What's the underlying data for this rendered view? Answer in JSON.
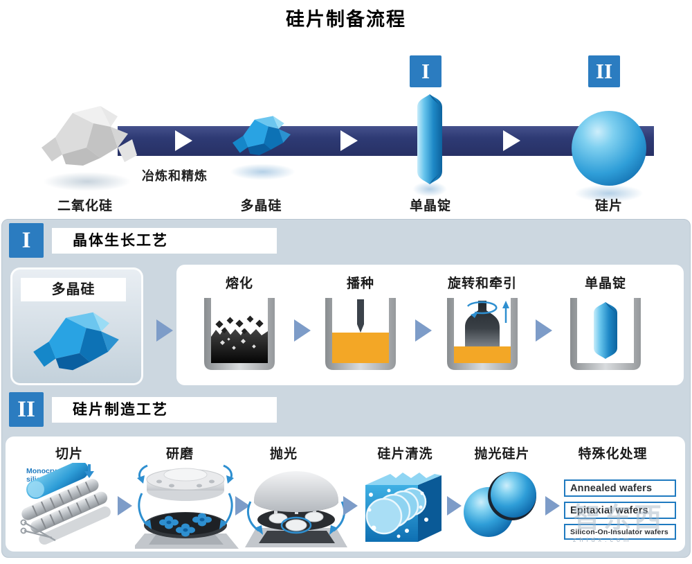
{
  "title": "硅片制备流程",
  "colors": {
    "band": "#2e3a74",
    "badge": "#2b7cc0",
    "panel": "#ccd7e0",
    "orange": "#f3a726",
    "arrow": "#7d9cc8",
    "blue": "#2e8fd0",
    "boxborder": "#1f7ac0"
  },
  "top_flow": {
    "transition_label": "冶炼和精炼",
    "items": [
      {
        "label": "二氧化硅"
      },
      {
        "label": "多晶硅"
      },
      {
        "label": "单晶锭",
        "badge": "I"
      },
      {
        "label": "硅片",
        "badge": "II"
      }
    ]
  },
  "section1": {
    "badge": "I",
    "title": "晶体生长工艺",
    "input_label": "多晶硅",
    "steps": [
      {
        "label": "熔化"
      },
      {
        "label": "播种"
      },
      {
        "label": "旋转和牵引"
      },
      {
        "label": "单晶锭"
      }
    ]
  },
  "section2": {
    "badge": "II",
    "title": "硅片制造工艺",
    "steps": [
      {
        "label": "切片",
        "note": "Monocrystalline silicon block"
      },
      {
        "label": "研磨"
      },
      {
        "label": "抛光"
      },
      {
        "label": "硅片清洗"
      },
      {
        "label": "抛光硅片"
      },
      {
        "label": "特殊化处理",
        "outputs": [
          "Annealed wafers",
          "Epitaxial wafers",
          "Silicon-On-Insulator wafers"
        ]
      }
    ]
  },
  "watermark": {
    "text": "智东西",
    "domain": "zhidx.com"
  }
}
